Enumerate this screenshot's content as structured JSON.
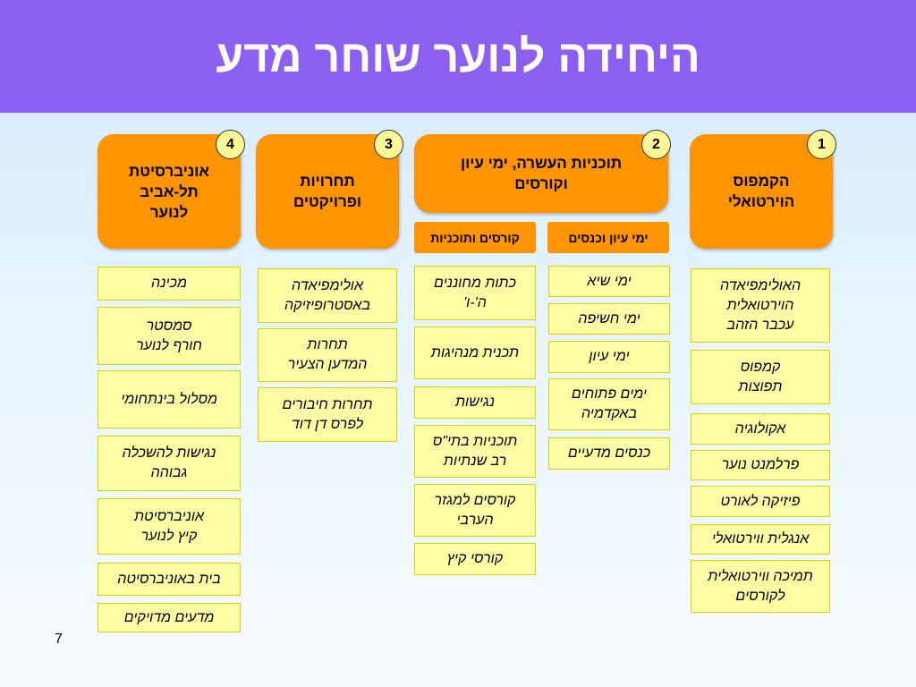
{
  "title": "היחידה לנוער שוחר מדע",
  "categories": [
    {
      "number": "1",
      "label": "הקמפוס\nהוירטואלי"
    },
    {
      "number": "2",
      "label": "תוכניות העשרה, ימי עיון\nוקורסים"
    },
    {
      "number": "3",
      "label": "תחרויות\nופרויקטים"
    },
    {
      "number": "4",
      "label": "אוניברסיטת\nתל-אביב\nלנוער"
    }
  ],
  "subcategories": {
    "days_conferences": "ימי עיון וכנסים",
    "courses_programs": "קורסים ותוכניות"
  },
  "columns": {
    "virtual_campus": [
      "האולימפיאדה\nהוירטואלית\nעכבר הזהב",
      "קמפוס\nתפוצות",
      "אקולוגיה",
      "פרלמנט נוער",
      "פיזיקה לאורט",
      "אנגלית ווירטואלי",
      "תמיכה ווירטואלית\nלקורסים"
    ],
    "days_conferences": [
      "ימי שיא",
      "ימי חשיפה",
      "ימי עיון",
      "ימים פתוחים\nבאקדמיה",
      "כנסים מדעיים"
    ],
    "courses_programs": [
      "כתות מחוננים\nה'-ו'",
      "תכנית מנהיגות",
      "נגישות",
      "תוכניות בתי\"ס\nרב שנתיות",
      "קורסים למגזר\nהערבי",
      "קורסי  קיץ"
    ],
    "competitions": [
      "אולימפיאדה\nבאסטרופיזיקה",
      "תחרות\nהמדען הצעיר",
      "תחרות חיבורים\nלפרס דן דוד"
    ],
    "tau_youth": [
      "מכינה",
      "סמסטר\nחורף לנוער",
      "מסלול בינתחומי",
      "נגישות להשכלה\nגבוהה",
      "אוניברסיטת\nקיץ לנוער",
      "בית באוניברסיטה",
      "מדעים מדויקים"
    ]
  },
  "page_number": "7",
  "colors": {
    "header": "#8c5ff2",
    "category": "#fd9400",
    "item": "#fefea4",
    "badge": "#fdf797"
  }
}
